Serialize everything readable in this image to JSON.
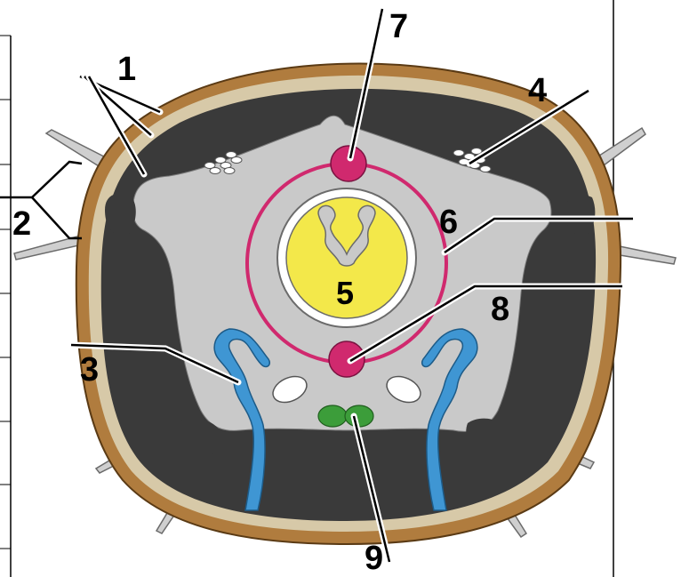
{
  "labels": {
    "l1": "1",
    "l2": "2",
    "l3": "3",
    "l4": "4",
    "l5": "5",
    "l6": "6",
    "l7": "7",
    "l8": "8",
    "l9": "9"
  },
  "colors": {
    "cuticle_outer": "#b07c3e",
    "cuticle_inner": "#d7c9a8",
    "muscle": "#3a3a3a",
    "pseudocoel": "#c9c9c9",
    "intestine": "#f3e84a",
    "nerve_ring": "#d0296e",
    "excretory": "#3f96d3",
    "gonad": "#3c9d3a",
    "setae": "#cfcfcf"
  }
}
